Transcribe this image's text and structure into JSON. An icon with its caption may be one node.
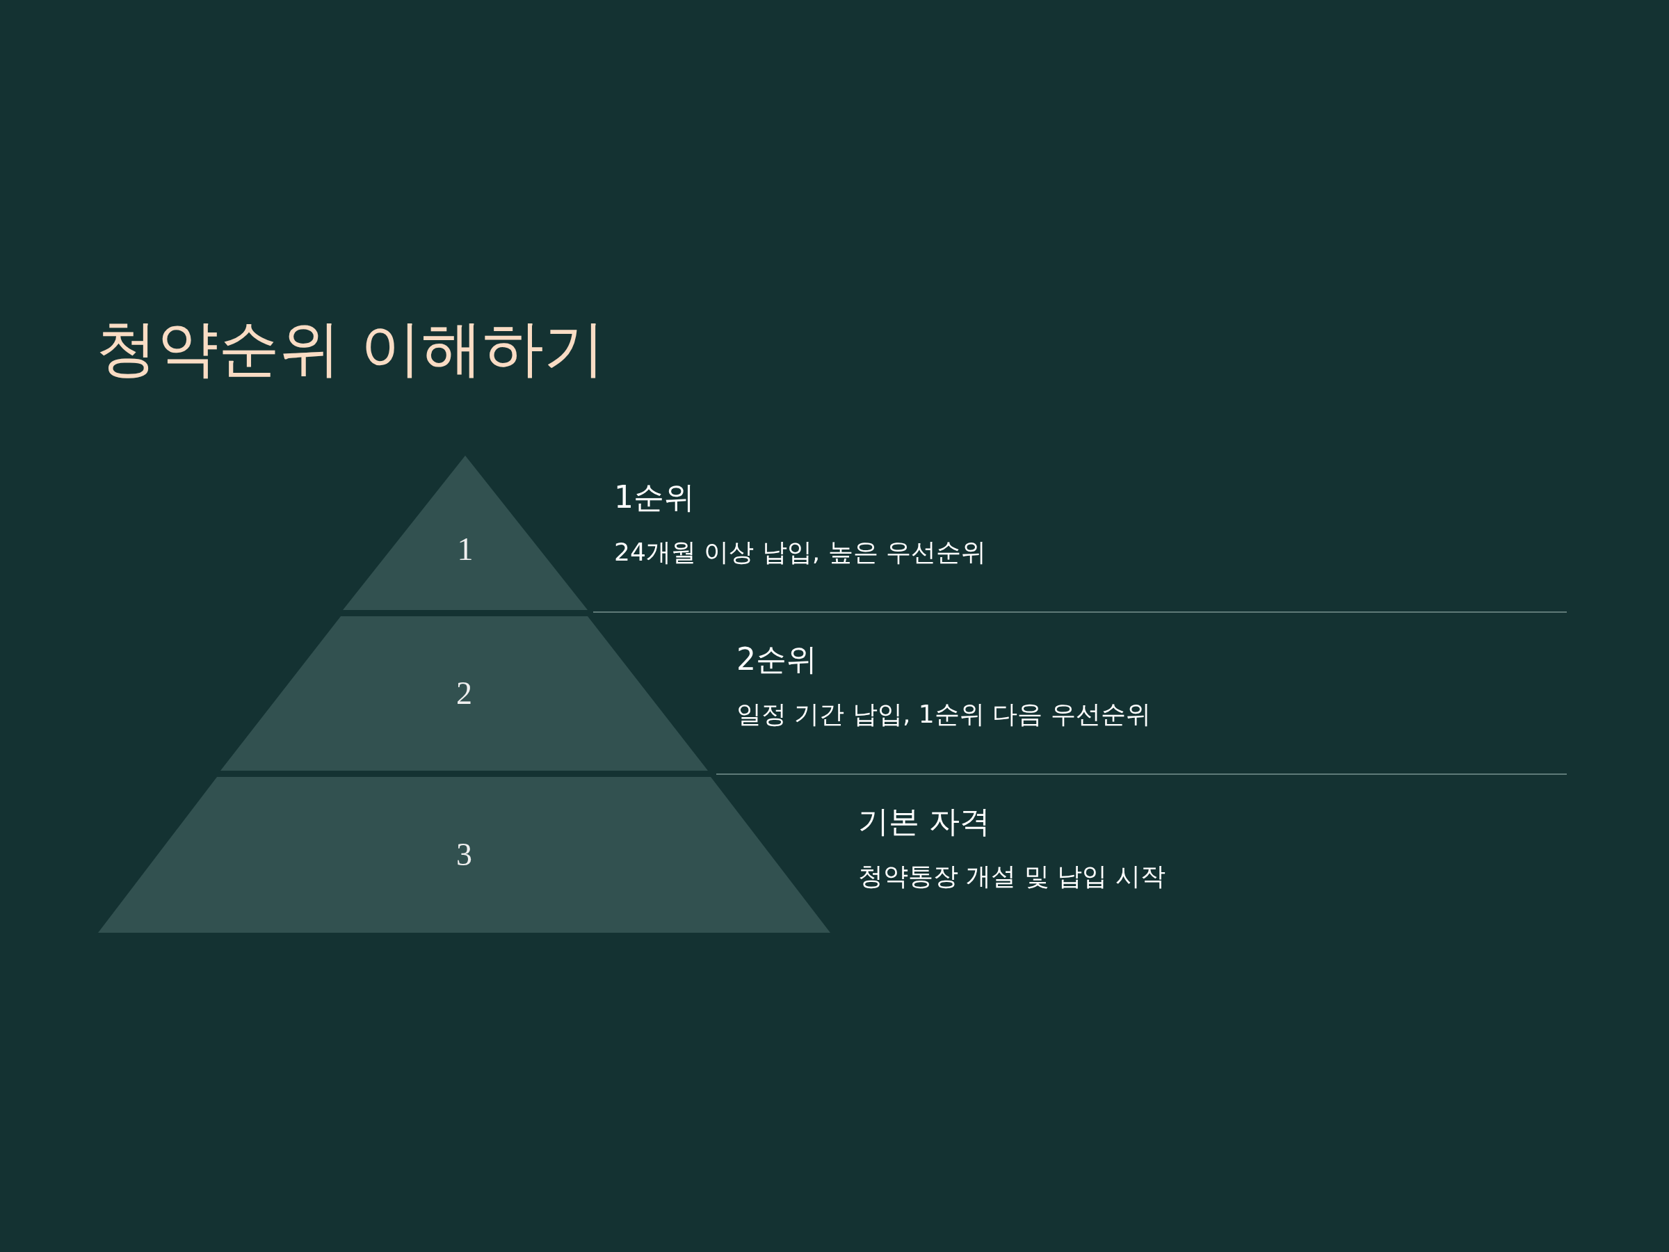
{
  "diagram": {
    "title": "청약순위 이해하기",
    "nodes": [
      {
        "text": [
          "1"
        ],
        "beside": [
          "1순위",
          "24개월 이상 납입, 높은 우선순위"
        ]
      },
      {
        "text": [
          "2"
        ],
        "beside": [
          "2순위",
          "일정 기간 납입, 1순위 다음 우선순위"
        ]
      },
      {
        "text": [
          "3"
        ],
        "beside": [
          "기본 자격",
          "청약통장 개설 및 납입 시작"
        ]
      }
    ]
  }
}
